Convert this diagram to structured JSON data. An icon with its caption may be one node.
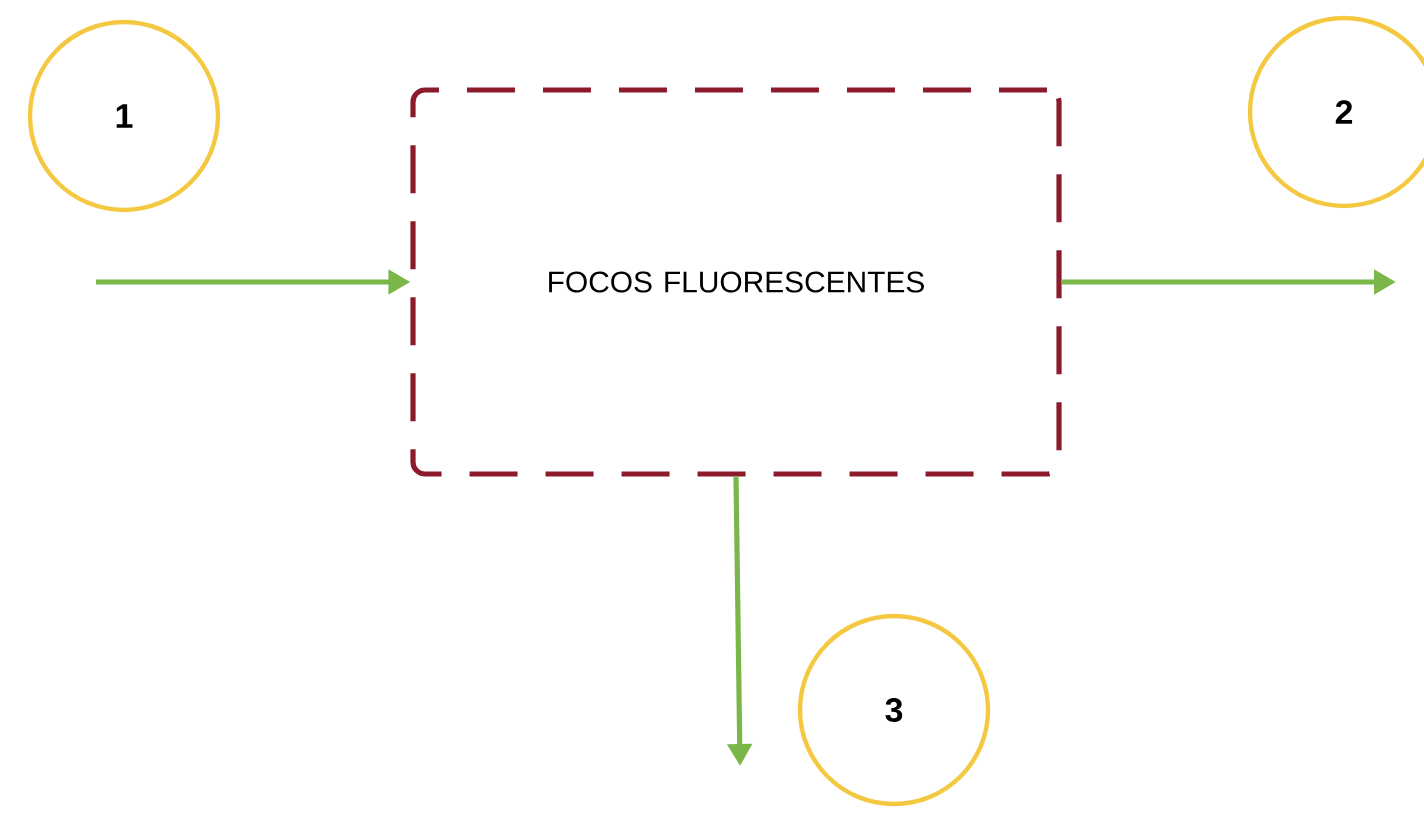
{
  "diagram": {
    "nodes": [
      {
        "text": [
          "1"
        ]
      },
      {
        "text": [
          "FOCOS FLUORESCENTES"
        ]
      },
      {
        "text": [
          "2"
        ]
      },
      {
        "text": [
          "3"
        ]
      }
    ],
    "edges": [
      {
        "from": null,
        "to": 1,
        "arrow": "to"
      },
      {
        "from": 1,
        "to": null,
        "arrow": "to"
      },
      {
        "from": 1,
        "to": null,
        "arrow": "to"
      }
    ]
  }
}
